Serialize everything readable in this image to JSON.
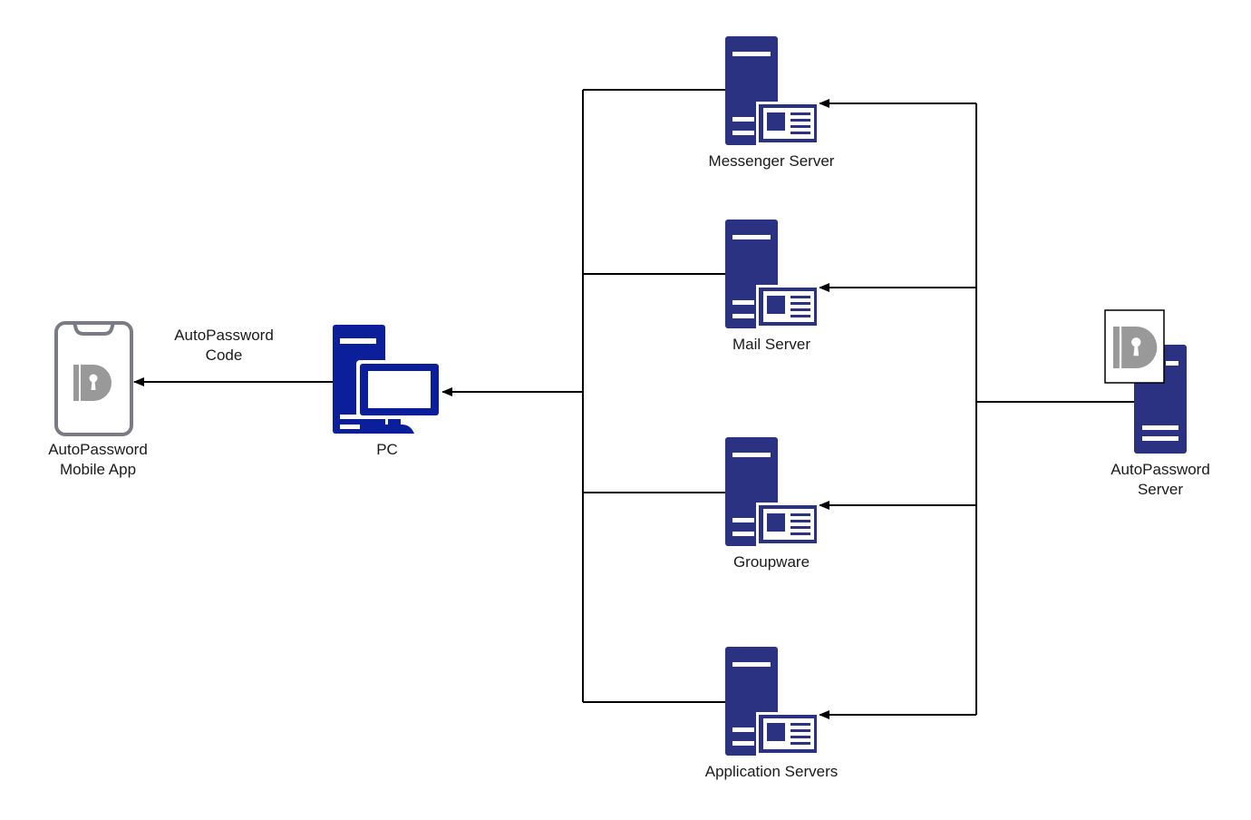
{
  "colors": {
    "server_navy": "#2c3282",
    "pc_blue": "#0a1f99",
    "line": "#000000",
    "logo_gray": "#999999",
    "phone_outline": "#7b7b85"
  },
  "nodes": {
    "mobile_app": {
      "label_line1": "AutoPassword",
      "label_line2": "Mobile App",
      "icon": "smartphone-icon"
    },
    "pc": {
      "label": "PC",
      "icon": "desktop-pc-icon"
    },
    "messenger": {
      "label": "Messenger Server",
      "icon": "web-server-icon"
    },
    "mail": {
      "label": "Mail Server",
      "icon": "web-server-icon"
    },
    "groupware": {
      "label": "Groupware",
      "icon": "web-server-icon"
    },
    "app_servers": {
      "label": "Application Servers",
      "icon": "web-server-icon"
    },
    "ap_server": {
      "label_line1": "AutoPassword",
      "label_line2": "Server",
      "icon": "server-tower-icon"
    }
  },
  "edges": {
    "code_label_line1": "AutoPassword",
    "code_label_line2": "Code"
  }
}
